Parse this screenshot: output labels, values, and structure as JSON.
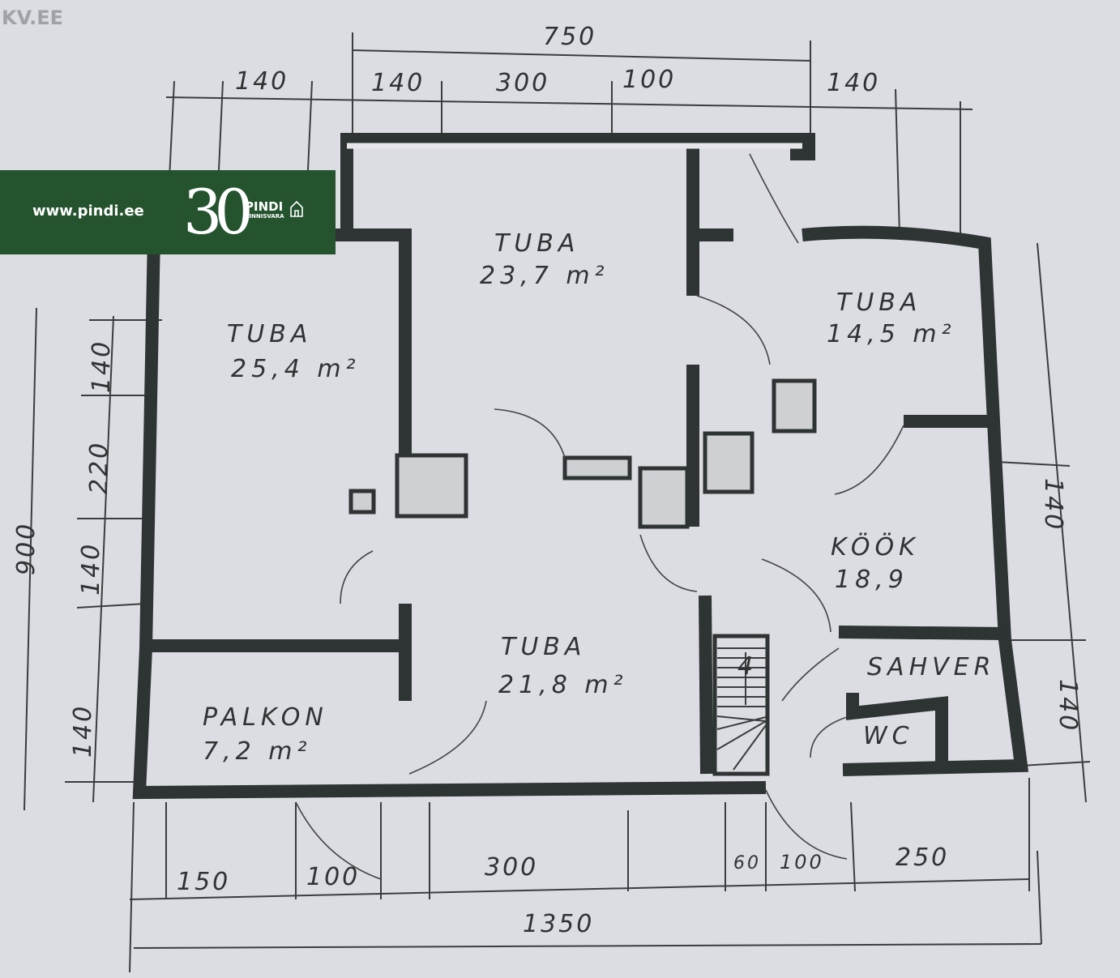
{
  "watermark": {
    "text": "KV.EE"
  },
  "banner": {
    "url": "www.pindi.ee",
    "number": "30",
    "brand": "PINDI",
    "brand_sub": "KINNISVARA"
  },
  "rooms": [
    {
      "name": "TUBA",
      "area": "23,7 m²"
    },
    {
      "name": "TUBA",
      "area": "25,4 m²"
    },
    {
      "name": "TUBA",
      "area": "14,5 m²"
    },
    {
      "name": "KÖÖK",
      "area": "18,9"
    },
    {
      "name": "TUBA",
      "area": "21,8 m²"
    },
    {
      "name": "PALKON",
      "area": "7,2 m²"
    },
    {
      "name": "SAHVER"
    },
    {
      "name": "WC"
    }
  ],
  "dimensions": {
    "top_total": "750",
    "top": [
      "140",
      "140",
      "300",
      "100",
      "140"
    ],
    "left_total": "900",
    "left": [
      "140",
      "220",
      "140",
      "140"
    ],
    "right": [
      "140",
      "140"
    ],
    "bottom": [
      "150",
      "100",
      "300",
      "60",
      "100",
      "250"
    ],
    "bottom_total": "1350"
  },
  "stair_label": "4"
}
